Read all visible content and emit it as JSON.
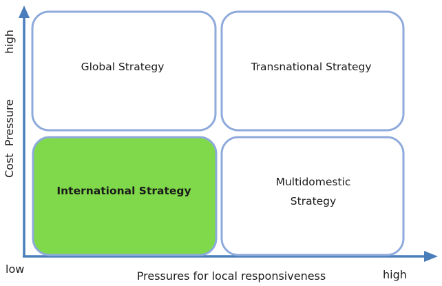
{
  "quadrants": {
    "top_left": {
      "label": "Global Strategy"
    },
    "top_right": {
      "label": "Transnational Strategy"
    },
    "bottom_left": {
      "label": "International Strategy"
    },
    "bottom_right": {
      "line1": "Multidomestic",
      "line2": "Strategy"
    }
  },
  "axes": {
    "y_title": "Cost  Pressure",
    "y_high": "high",
    "x_title": "Pressures for local responsiveness",
    "x_high": "high",
    "origin_low": "low"
  },
  "colors": {
    "axis": "#4a7ebb",
    "box_border": "#8eaadb",
    "highlight_fill": "#7fd94a"
  }
}
